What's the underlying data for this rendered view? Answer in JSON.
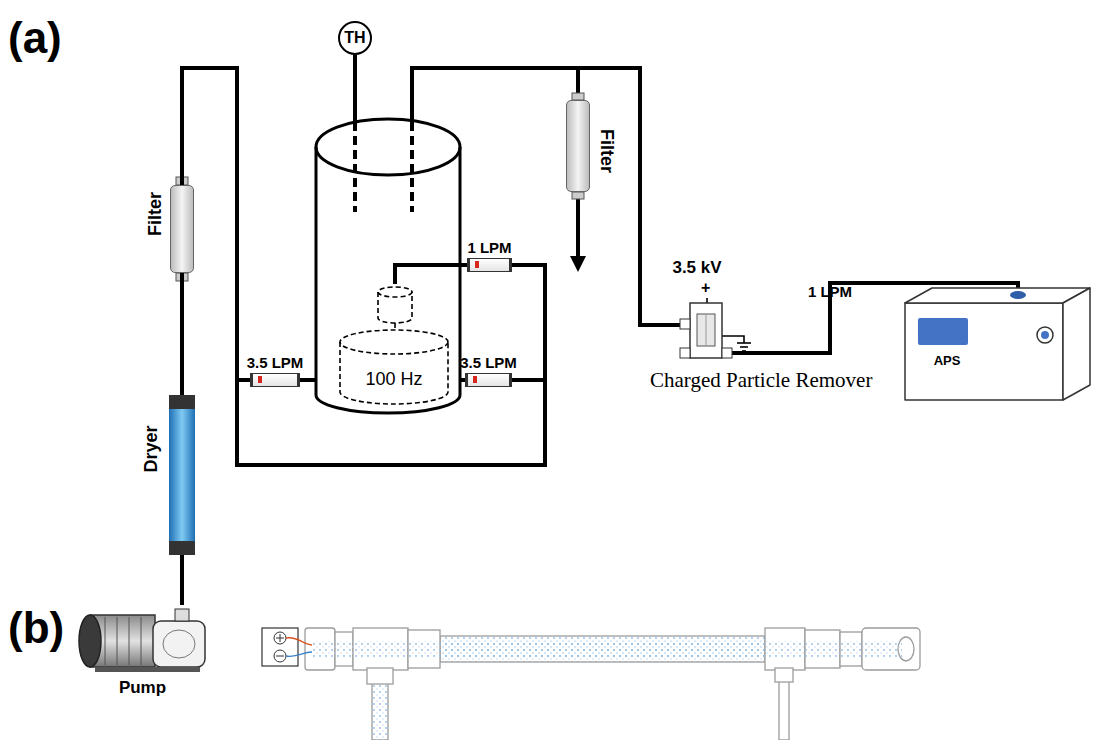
{
  "diagram": {
    "nodes": [
      {
        "text": [
          "Pump"
        ]
      },
      {
        "text": [
          "Dryer"
        ]
      },
      {
        "text": [
          "Filter"
        ]
      },
      {
        "text": [
          "TH"
        ]
      },
      {
        "text": [
          "3.5 LPM"
        ]
      },
      {
        "text": [
          "100 Hz"
        ]
      },
      {
        "text": [
          "3.5 LPM"
        ]
      },
      {
        "text": [
          "1 LPM"
        ]
      },
      {
        "text": [
          "Filter"
        ]
      },
      {
        "text": [
          "3.5 kV"
        ]
      },
      {
        "text": [
          "APS"
        ]
      }
    ],
    "edges": [
      {
        "from": 0,
        "to": 1,
        "arrow": "none"
      },
      {
        "from": 1,
        "to": 2,
        "arrow": "none"
      },
      {
        "from": 2,
        "to": 4,
        "arrow": "none"
      },
      {
        "from": 2,
        "to": 6,
        "arrow": "none"
      },
      {
        "from": 2,
        "to": 7,
        "arrow": "none"
      },
      {
        "from": 7,
        "to": 5,
        "arrow": "none"
      },
      {
        "from": 9,
        "to": 10,
        "label": "1 LPM",
        "arrow": "none"
      }
    ],
    "labels": [
      "(a)",
      "(b)",
      "+",
      "Charged Particle Remover"
    ]
  }
}
